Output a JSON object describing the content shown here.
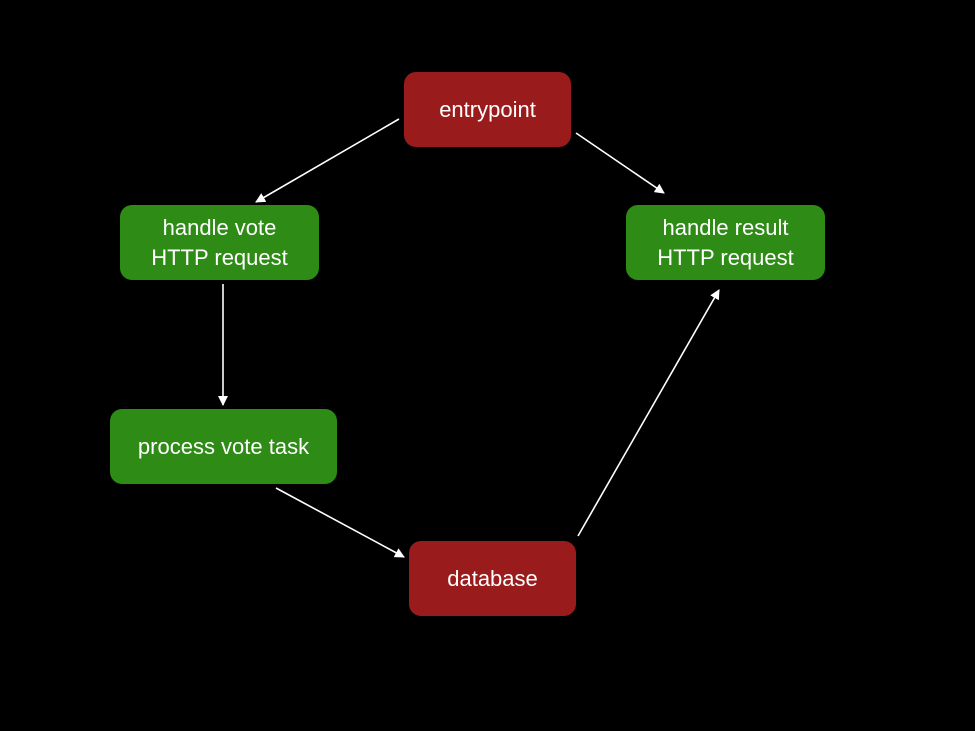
{
  "colors": {
    "background": "#000000",
    "service_node": "#2e8b16",
    "infrastructure_node": "#9a1b1b",
    "text": "#ffffff",
    "arrow": "#ffffff"
  },
  "nodes": {
    "entrypoint": {
      "lines": [
        "entrypoint"
      ]
    },
    "handle_vote": {
      "lines": [
        "handle vote",
        "HTTP request"
      ]
    },
    "handle_result": {
      "lines": [
        "handle result",
        "HTTP request"
      ]
    },
    "process_vote": {
      "lines": [
        "process vote task"
      ]
    },
    "database": {
      "lines": [
        "database"
      ]
    }
  },
  "edges": [
    {
      "from": "entrypoint",
      "to": "handle_vote"
    },
    {
      "from": "entrypoint",
      "to": "handle_result"
    },
    {
      "from": "handle_vote",
      "to": "process_vote"
    },
    {
      "from": "process_vote",
      "to": "database"
    },
    {
      "from": "database",
      "to": "handle_result"
    }
  ]
}
